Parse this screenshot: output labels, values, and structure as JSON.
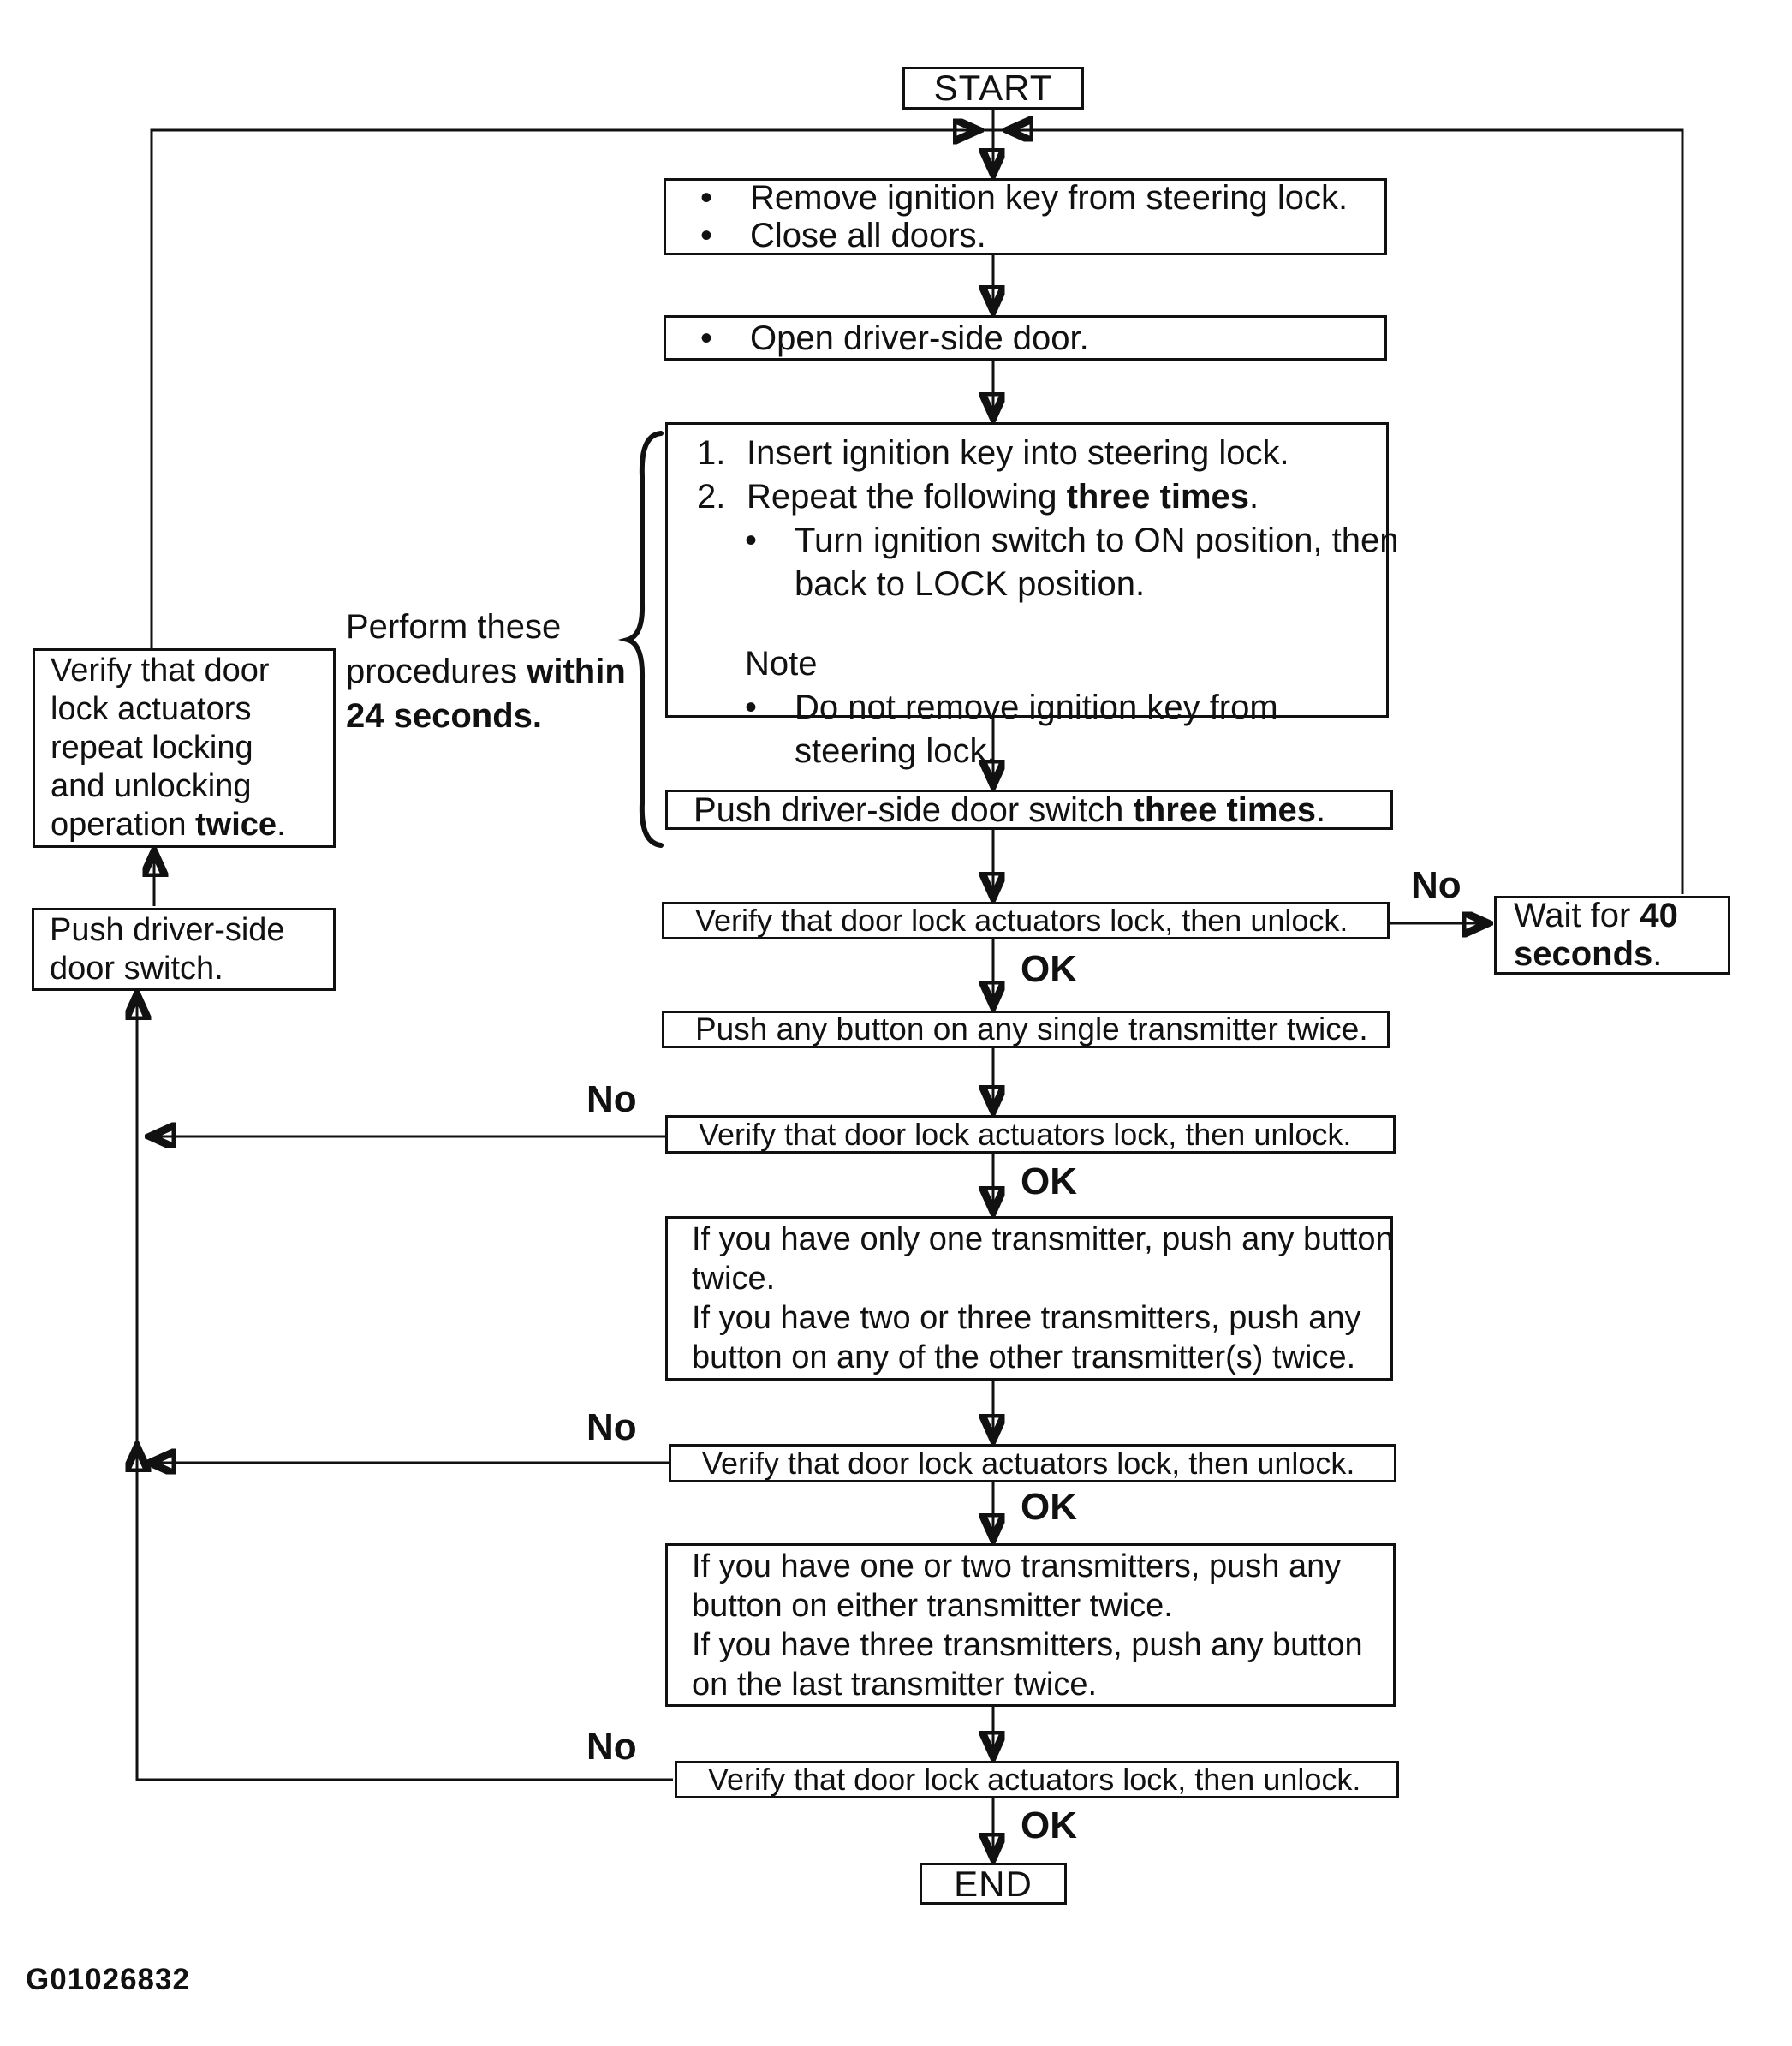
{
  "figure": {
    "code": "G01026832"
  },
  "labels": {
    "no": "No",
    "ok": "OK"
  },
  "annotation": {
    "lines": [
      {
        "seg": [
          {
            "t": "Perform these"
          }
        ]
      },
      {
        "seg": [
          {
            "t": "procedures "
          },
          {
            "t": "within",
            "b": true
          }
        ]
      },
      {
        "seg": [
          {
            "t": "24 seconds.",
            "b": true
          }
        ]
      }
    ]
  },
  "nodes": {
    "start": {
      "label": "START"
    },
    "end": {
      "label": "END"
    },
    "removeKey": {
      "lines": [
        {
          "m": "•",
          "seg": [
            {
              "t": "Remove ignition key from steering lock."
            }
          ]
        },
        {
          "m": "•",
          "seg": [
            {
              "t": "Close all doors."
            }
          ]
        }
      ]
    },
    "openDoor": {
      "lines": [
        {
          "m": "•",
          "seg": [
            {
              "t": "Open driver-side door."
            }
          ]
        }
      ]
    },
    "insertKeyProcedure": {
      "lines": [
        {
          "m": "1.",
          "seg": [
            {
              "t": "Insert ignition key into steering lock."
            }
          ]
        },
        {
          "m": "2.",
          "seg": [
            {
              "t": "Repeat the following "
            },
            {
              "t": "three times",
              "b": true
            },
            {
              "t": "."
            }
          ]
        },
        {
          "m": "•",
          "ind": 1,
          "seg": [
            {
              "t": "Turn ignition switch to ON position, then"
            }
          ]
        },
        {
          "m": "",
          "ind": 1,
          "seg": [
            {
              "t": "back to LOCK position."
            }
          ]
        },
        {
          "gap": true
        },
        {
          "ind": 1,
          "seg": [
            {
              "t": "Note"
            }
          ]
        },
        {
          "m": "•",
          "ind": 1,
          "seg": [
            {
              "t": "Do not remove ignition key from"
            }
          ]
        },
        {
          "m": "",
          "ind": 1,
          "seg": [
            {
              "t": "steering lock."
            }
          ]
        }
      ]
    },
    "pushSwitchThreeTimes": {
      "lines": [
        {
          "seg": [
            {
              "t": "Push driver-side door switch "
            },
            {
              "t": "three times",
              "b": true
            },
            {
              "t": "."
            }
          ]
        }
      ]
    },
    "verifyLockUnlock": {
      "lines": [
        {
          "seg": [
            {
              "t": "Verify that door lock actuators lock, then unlock."
            }
          ]
        }
      ]
    },
    "pushAnyButtonSingle": {
      "lines": [
        {
          "seg": [
            {
              "t": "Push any button on any single transmitter twice."
            }
          ]
        }
      ]
    },
    "secondTransmitterStep": {
      "lines": [
        {
          "seg": [
            {
              "t": "If you have only one transmitter, push any button"
            }
          ]
        },
        {
          "seg": [
            {
              "t": "twice."
            }
          ]
        },
        {
          "seg": [
            {
              "t": "If you have two or three transmitters, push any"
            }
          ]
        },
        {
          "seg": [
            {
              "t": "button on any of the other transmitter(s) twice."
            }
          ]
        }
      ]
    },
    "thirdTransmitterStep": {
      "lines": [
        {
          "seg": [
            {
              "t": "If you have one or two transmitters, push any"
            }
          ]
        },
        {
          "seg": [
            {
              "t": "button on either transmitter twice."
            }
          ]
        },
        {
          "seg": [
            {
              "t": "If you have three transmitters, push any button"
            }
          ]
        },
        {
          "seg": [
            {
              "t": "on the last transmitter twice."
            }
          ]
        }
      ]
    },
    "wait40Seconds": {
      "lines": [
        {
          "seg": [
            {
              "t": "Wait for "
            },
            {
              "t": "40",
              "b": true
            }
          ]
        },
        {
          "seg": [
            {
              "t": "seconds",
              "b": true
            },
            {
              "t": "."
            }
          ]
        }
      ]
    },
    "verifyRepeatTwice": {
      "lines": [
        {
          "seg": [
            {
              "t": "Verify that door"
            }
          ]
        },
        {
          "seg": [
            {
              "t": "lock actuators"
            }
          ]
        },
        {
          "seg": [
            {
              "t": "repeat locking"
            }
          ]
        },
        {
          "seg": [
            {
              "t": "and unlocking"
            }
          ]
        },
        {
          "seg": [
            {
              "t": "operation "
            },
            {
              "t": "twice",
              "b": true
            },
            {
              "t": "."
            }
          ]
        }
      ]
    },
    "pushDriverSwitch": {
      "lines": [
        {
          "seg": [
            {
              "t": "Push driver-side"
            }
          ]
        },
        {
          "seg": [
            {
              "t": "door switch."
            }
          ]
        }
      ]
    }
  }
}
